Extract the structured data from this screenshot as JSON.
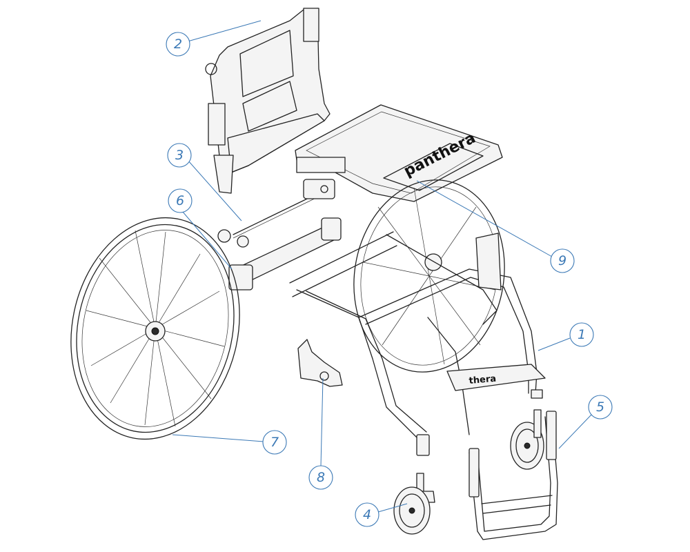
{
  "diagram": {
    "brand": "panthera",
    "brand_partial": "thera",
    "colors": {
      "leader": "#3a78b5",
      "line": "#222222"
    },
    "callouts": [
      {
        "id": "frame",
        "label": "1"
      },
      {
        "id": "backrest",
        "label": "2"
      },
      {
        "id": "brake-cable",
        "label": "3"
      },
      {
        "id": "caster-wheel",
        "label": "4"
      },
      {
        "id": "footrest",
        "label": "5"
      },
      {
        "id": "axle-tube",
        "label": "6"
      },
      {
        "id": "rear-wheel",
        "label": "7"
      },
      {
        "id": "wheel-lock",
        "label": "8"
      },
      {
        "id": "seat-plate",
        "label": "9"
      }
    ]
  }
}
